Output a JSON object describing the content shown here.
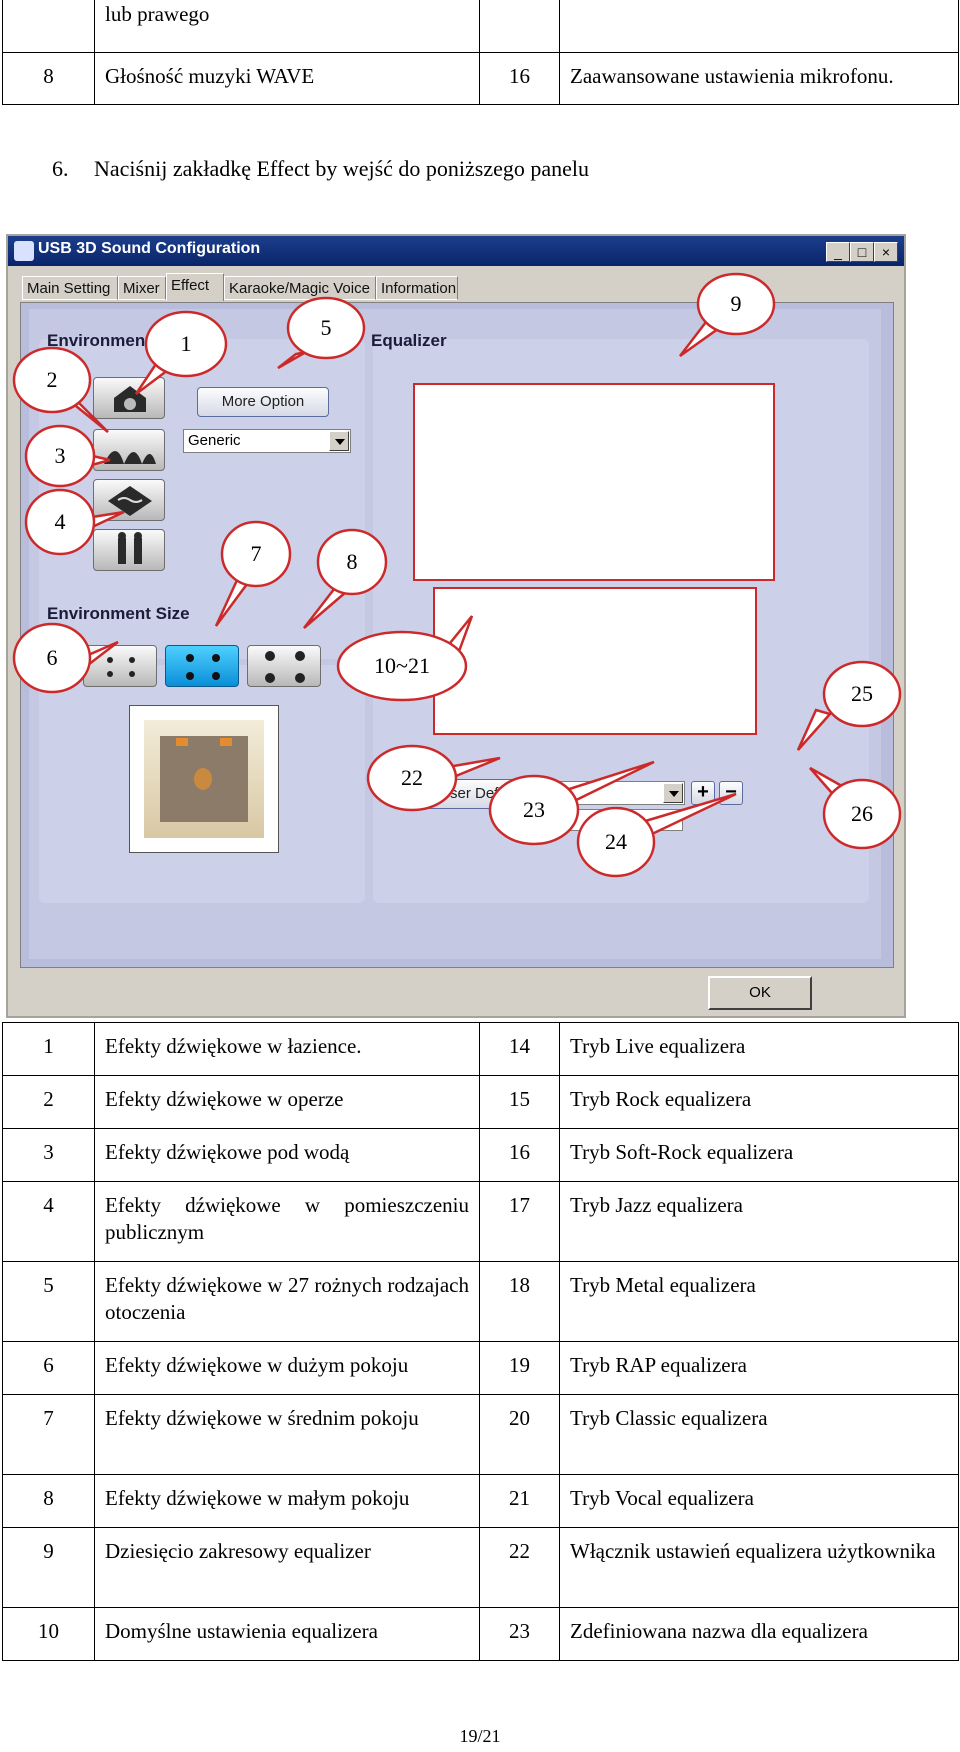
{
  "top_table": {
    "rows": [
      [
        "",
        "lub prawego",
        "",
        ""
      ],
      [
        "8",
        "Głośność  muzyki WAVE",
        "16",
        "Zaawansowane ustawienia  mikrofonu."
      ]
    ]
  },
  "step": {
    "number": "6.",
    "text": "Naciśnij zakładkę Effect by wejść do poniższego panelu"
  },
  "screenshot": {
    "title": "USB 3D Sound Configuration",
    "window_buttons": [
      "_",
      "□",
      "×"
    ],
    "tabs": [
      "Main Setting",
      "Mixer",
      "Effect",
      "Karaoke/Magic Voice",
      "Information"
    ],
    "active_tab": "Effect",
    "environment_label": "Environment",
    "environment_size_label": "Environment Size",
    "equalizer_label": "Equalizer",
    "more_option": "More Option",
    "environment_select": "Generic",
    "user_defined": "User Defined",
    "plus": "+",
    "minus": "−",
    "ok": "OK",
    "callouts": [
      "1",
      "2",
      "3",
      "4",
      "5",
      "6",
      "7",
      "8",
      "9",
      "10~21",
      "22",
      "23",
      "24",
      "25",
      "26"
    ],
    "accent_color": "#cc2a2a"
  },
  "legend_table": {
    "rows": [
      [
        "1",
        "Efekty dźwiękowe w łazience.",
        "14",
        "Tryb Live equalizera"
      ],
      [
        "2",
        "Efekty dźwiękowe w operze",
        "15",
        "Tryb Rock equalizera"
      ],
      [
        "3",
        "Efekty dźwiękowe pod wodą",
        "16",
        "Tryb Soft-Rock equalizera"
      ],
      [
        "4",
        "Efekty dźwiękowe w pomieszczeniu publicznym",
        "17",
        "Tryb Jazz equalizera"
      ],
      [
        "5",
        "Efekty dźwiękowe w 27 rożnych rodzajach otoczenia",
        "18",
        "Tryb Metal equalizera"
      ],
      [
        "6",
        "Efekty dźwiękowe w dużym pokoju",
        "19",
        "Tryb RAP equalizera"
      ],
      [
        "7",
        "Efekty dźwiękowe w średnim pokoju",
        "20",
        "Tryb Classic equalizera"
      ],
      [
        "8",
        "Efekty dźwiękowe w małym pokoju",
        "21",
        "Tryb Vocal equalizera"
      ],
      [
        "9",
        "Dziesięcio zakresowy  equalizer",
        "22",
        "Włącznik ustawień equalizera użytkownika"
      ],
      [
        "10",
        "Domyślne ustawienia equalizera",
        "23",
        "Zdefiniowana nazwa dla equalizera"
      ]
    ]
  },
  "footer": {
    "page": "19/21"
  }
}
